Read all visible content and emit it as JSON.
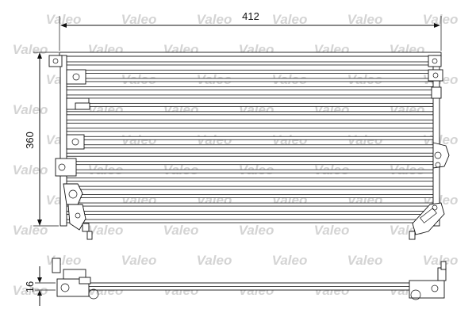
{
  "watermark": {
    "text": "Valeo"
  },
  "dimensions": {
    "width_label": "412",
    "height_label": "360",
    "thickness_label": "16"
  },
  "condenser": {
    "tube_count": 20
  }
}
